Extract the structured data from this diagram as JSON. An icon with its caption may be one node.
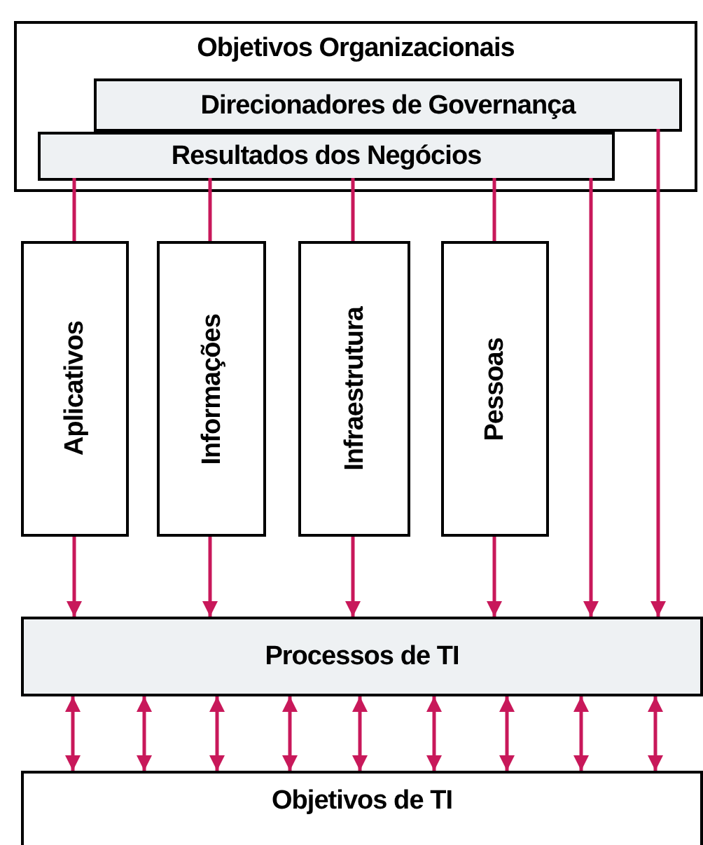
{
  "diagram": {
    "nodes": [
      {
        "text": [
          "Objetivos Organizacionais"
        ]
      },
      {
        "text": [
          "Direcionadores de Governança"
        ],
        "in": 0
      },
      {
        "text": [
          "Resultados dos Negócios"
        ],
        "in": 0
      },
      {
        "text": [
          "Aplicativos"
        ]
      },
      {
        "text": [
          "Informações"
        ]
      },
      {
        "text": [
          "Infraestrutura"
        ]
      },
      {
        "text": [
          "Pessoas"
        ]
      },
      {
        "text": [
          "Processos de TI"
        ]
      },
      {
        "text": [
          "Objetivos de TI"
        ]
      }
    ],
    "edges": [
      {
        "from": 2,
        "to": 3,
        "arrow": "none"
      },
      {
        "from": 2,
        "to": 4,
        "arrow": "none"
      },
      {
        "from": 2,
        "to": 5,
        "arrow": "none"
      },
      {
        "from": 2,
        "to": 6,
        "arrow": "none"
      },
      {
        "from": 3,
        "to": 7,
        "arrow": "to"
      },
      {
        "from": 4,
        "to": 7,
        "arrow": "to"
      },
      {
        "from": 5,
        "to": 7,
        "arrow": "to"
      },
      {
        "from": 6,
        "to": 7,
        "arrow": "to"
      },
      {
        "from": 2,
        "to": 7,
        "arrow": "to"
      },
      {
        "from": 1,
        "to": 7,
        "arrow": "to"
      },
      {
        "from": 7,
        "to": 8,
        "arrow": "both"
      },
      {
        "from": 7,
        "to": 8,
        "arrow": "both"
      },
      {
        "from": 7,
        "to": 8,
        "arrow": "both"
      },
      {
        "from": 7,
        "to": 8,
        "arrow": "both"
      },
      {
        "from": 7,
        "to": 8,
        "arrow": "both"
      },
      {
        "from": 7,
        "to": 8,
        "arrow": "both"
      },
      {
        "from": 7,
        "to": 8,
        "arrow": "both"
      },
      {
        "from": 7,
        "to": 8,
        "arrow": "both"
      },
      {
        "from": 7,
        "to": 8,
        "arrow": "both"
      }
    ]
  }
}
